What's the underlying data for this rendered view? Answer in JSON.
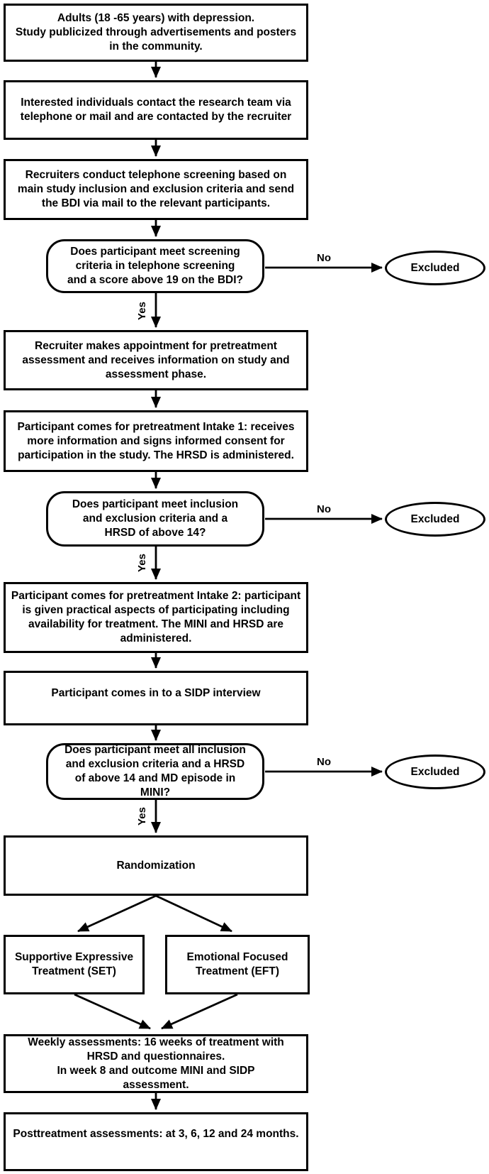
{
  "diagram": {
    "labels": {
      "yes": "Yes",
      "no": "No"
    },
    "excluded_label": "Excluded",
    "colors": {
      "stroke": "#000000",
      "background": "#ffffff",
      "text": "#000000"
    },
    "nodes": {
      "recruitment": {
        "line1": "Adults (18 -65 years) with depression.",
        "line2": "Study publicized through advertisements and posters in the community."
      },
      "contact": {
        "text": "Interested individuals contact the research team via telephone or mail and are contacted by the recruiter"
      },
      "screening": {
        "text": "Recruiters conduct telephone screening based on main study inclusion and exclusion criteria and send the BDI via mail to the relevant participants."
      },
      "decision_screening": {
        "text": "Does participant meet screening criteria in telephone screening and a score above 19 on the BDI?"
      },
      "appointment": {
        "text": "Recruiter makes appointment for pretreatment assessment and receives information on study and assessment phase."
      },
      "intake1": {
        "text": "Participant comes for pretreatment Intake 1: receives more information and signs informed consent for participation in the study. The HRSD is administered."
      },
      "decision_inclusion": {
        "text": "Does participant meet inclusion and exclusion criteria and a HRSD of above 14?"
      },
      "intake2": {
        "text": "Participant comes for pretreatment Intake 2: participant is given practical aspects of participating including availability for treatment. The MINI and HRSD are administered."
      },
      "sidp": {
        "text": "Participant comes in to a SIDP interview"
      },
      "decision_final": {
        "text": "Does participant meet all inclusion and exclusion criteria and a HRSD of above 14 and MD episode in MINI?"
      },
      "randomization": {
        "text": "Randomization"
      },
      "set": {
        "text": "Supportive Expressive Treatment (SET)"
      },
      "eft": {
        "text": "Emotional Focused Treatment (EFT)"
      },
      "weekly": {
        "line1": "Weekly assessments: 16 weeks of treatment with HRSD and questionnaires.",
        "line2": "In week 8 and outcome MINI and SIDP assessment."
      },
      "posttreatment": {
        "text": "Posttreatment assessments: at 3, 6, 12 and 24 months."
      }
    }
  }
}
